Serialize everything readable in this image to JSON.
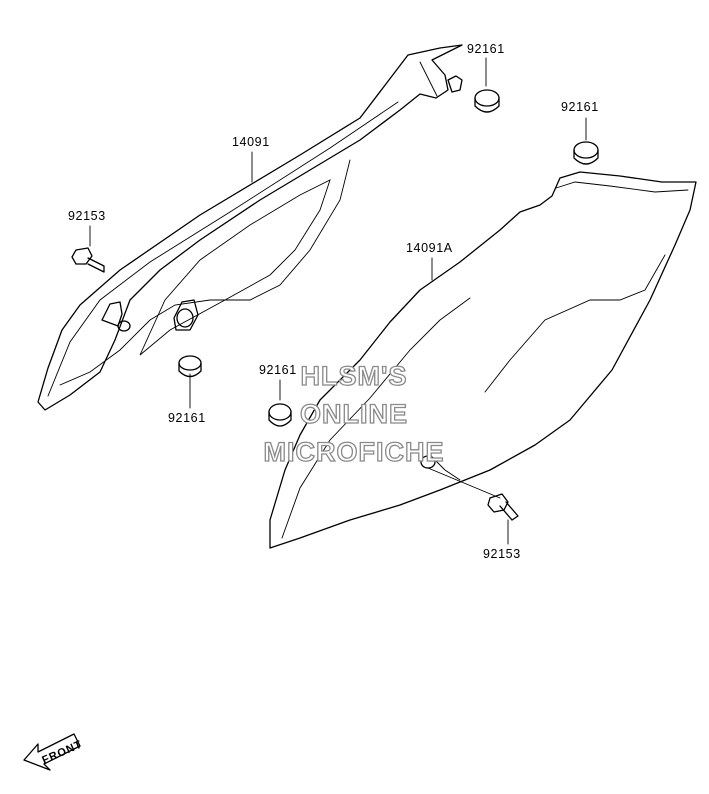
{
  "parts": [
    {
      "id": "p92161a",
      "number": "92161"
    },
    {
      "id": "p14091",
      "number": "14091"
    },
    {
      "id": "p92153a",
      "number": "92153"
    },
    {
      "id": "p92161b",
      "number": "92161"
    },
    {
      "id": "p92161c",
      "number": "92161"
    },
    {
      "id": "p14091a",
      "number": "14091A"
    },
    {
      "id": "p92161d",
      "number": "92161"
    },
    {
      "id": "p92153b",
      "number": "92153"
    }
  ],
  "watermark": {
    "line1": "HLSM'S",
    "line2": "ONLINE",
    "line3": "MICROFICHE"
  },
  "front_label": "FRONT"
}
